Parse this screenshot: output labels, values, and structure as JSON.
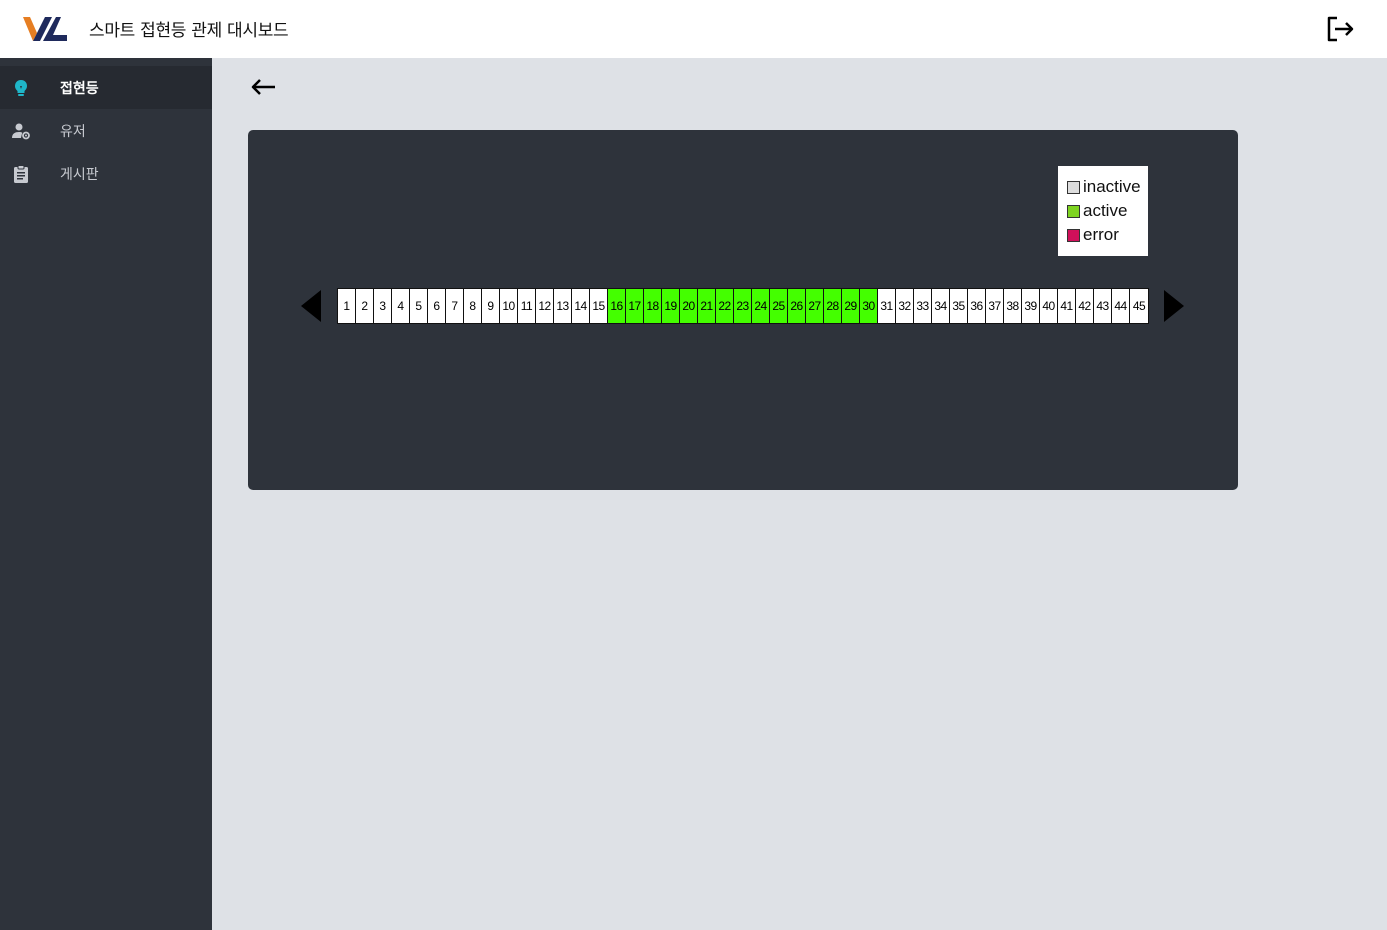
{
  "header": {
    "title": "스마트 접현등 관제 대시보드",
    "logo_icon": "logo-icon",
    "logout_icon": "logout-icon"
  },
  "sidebar": {
    "items": [
      {
        "label": "접현등",
        "icon": "lightbulb-icon",
        "active": true
      },
      {
        "label": "유저",
        "icon": "user-settings-icon",
        "active": false
      },
      {
        "label": "게시판",
        "icon": "clipboard-icon",
        "active": false
      }
    ]
  },
  "main": {
    "back_icon": "arrow-left-icon",
    "legend": [
      {
        "label": "inactive",
        "color": "#dddddd"
      },
      {
        "label": "active",
        "color": "#7ed321"
      },
      {
        "label": "error",
        "color": "#d0105a"
      }
    ],
    "lights": {
      "labels": [
        "1",
        "2",
        "3",
        "4",
        "5",
        "6",
        "7",
        "8",
        "9",
        "10",
        "11",
        "12",
        "13",
        "14",
        "15",
        "16",
        "17",
        "18",
        "19",
        "20",
        "21",
        "22",
        "23",
        "24",
        "25",
        "26",
        "27",
        "28",
        "29",
        "30",
        "31",
        "32",
        "33",
        "34",
        "35",
        "36",
        "37",
        "38",
        "39",
        "40",
        "41",
        "42",
        "43",
        "44",
        "45"
      ],
      "active": [
        "16",
        "17",
        "18",
        "19",
        "20",
        "21",
        "22",
        "23",
        "24",
        "25",
        "26",
        "27",
        "28",
        "29",
        "30"
      ]
    },
    "colors": {
      "cell_inactive": "#ffffff",
      "cell_active": "#44ff00",
      "panel_bg": "#2e333b",
      "sidebar_bg": "#2e333b",
      "content_bg": "#dee1e6",
      "accent_icon": "#1fb6c9"
    }
  }
}
